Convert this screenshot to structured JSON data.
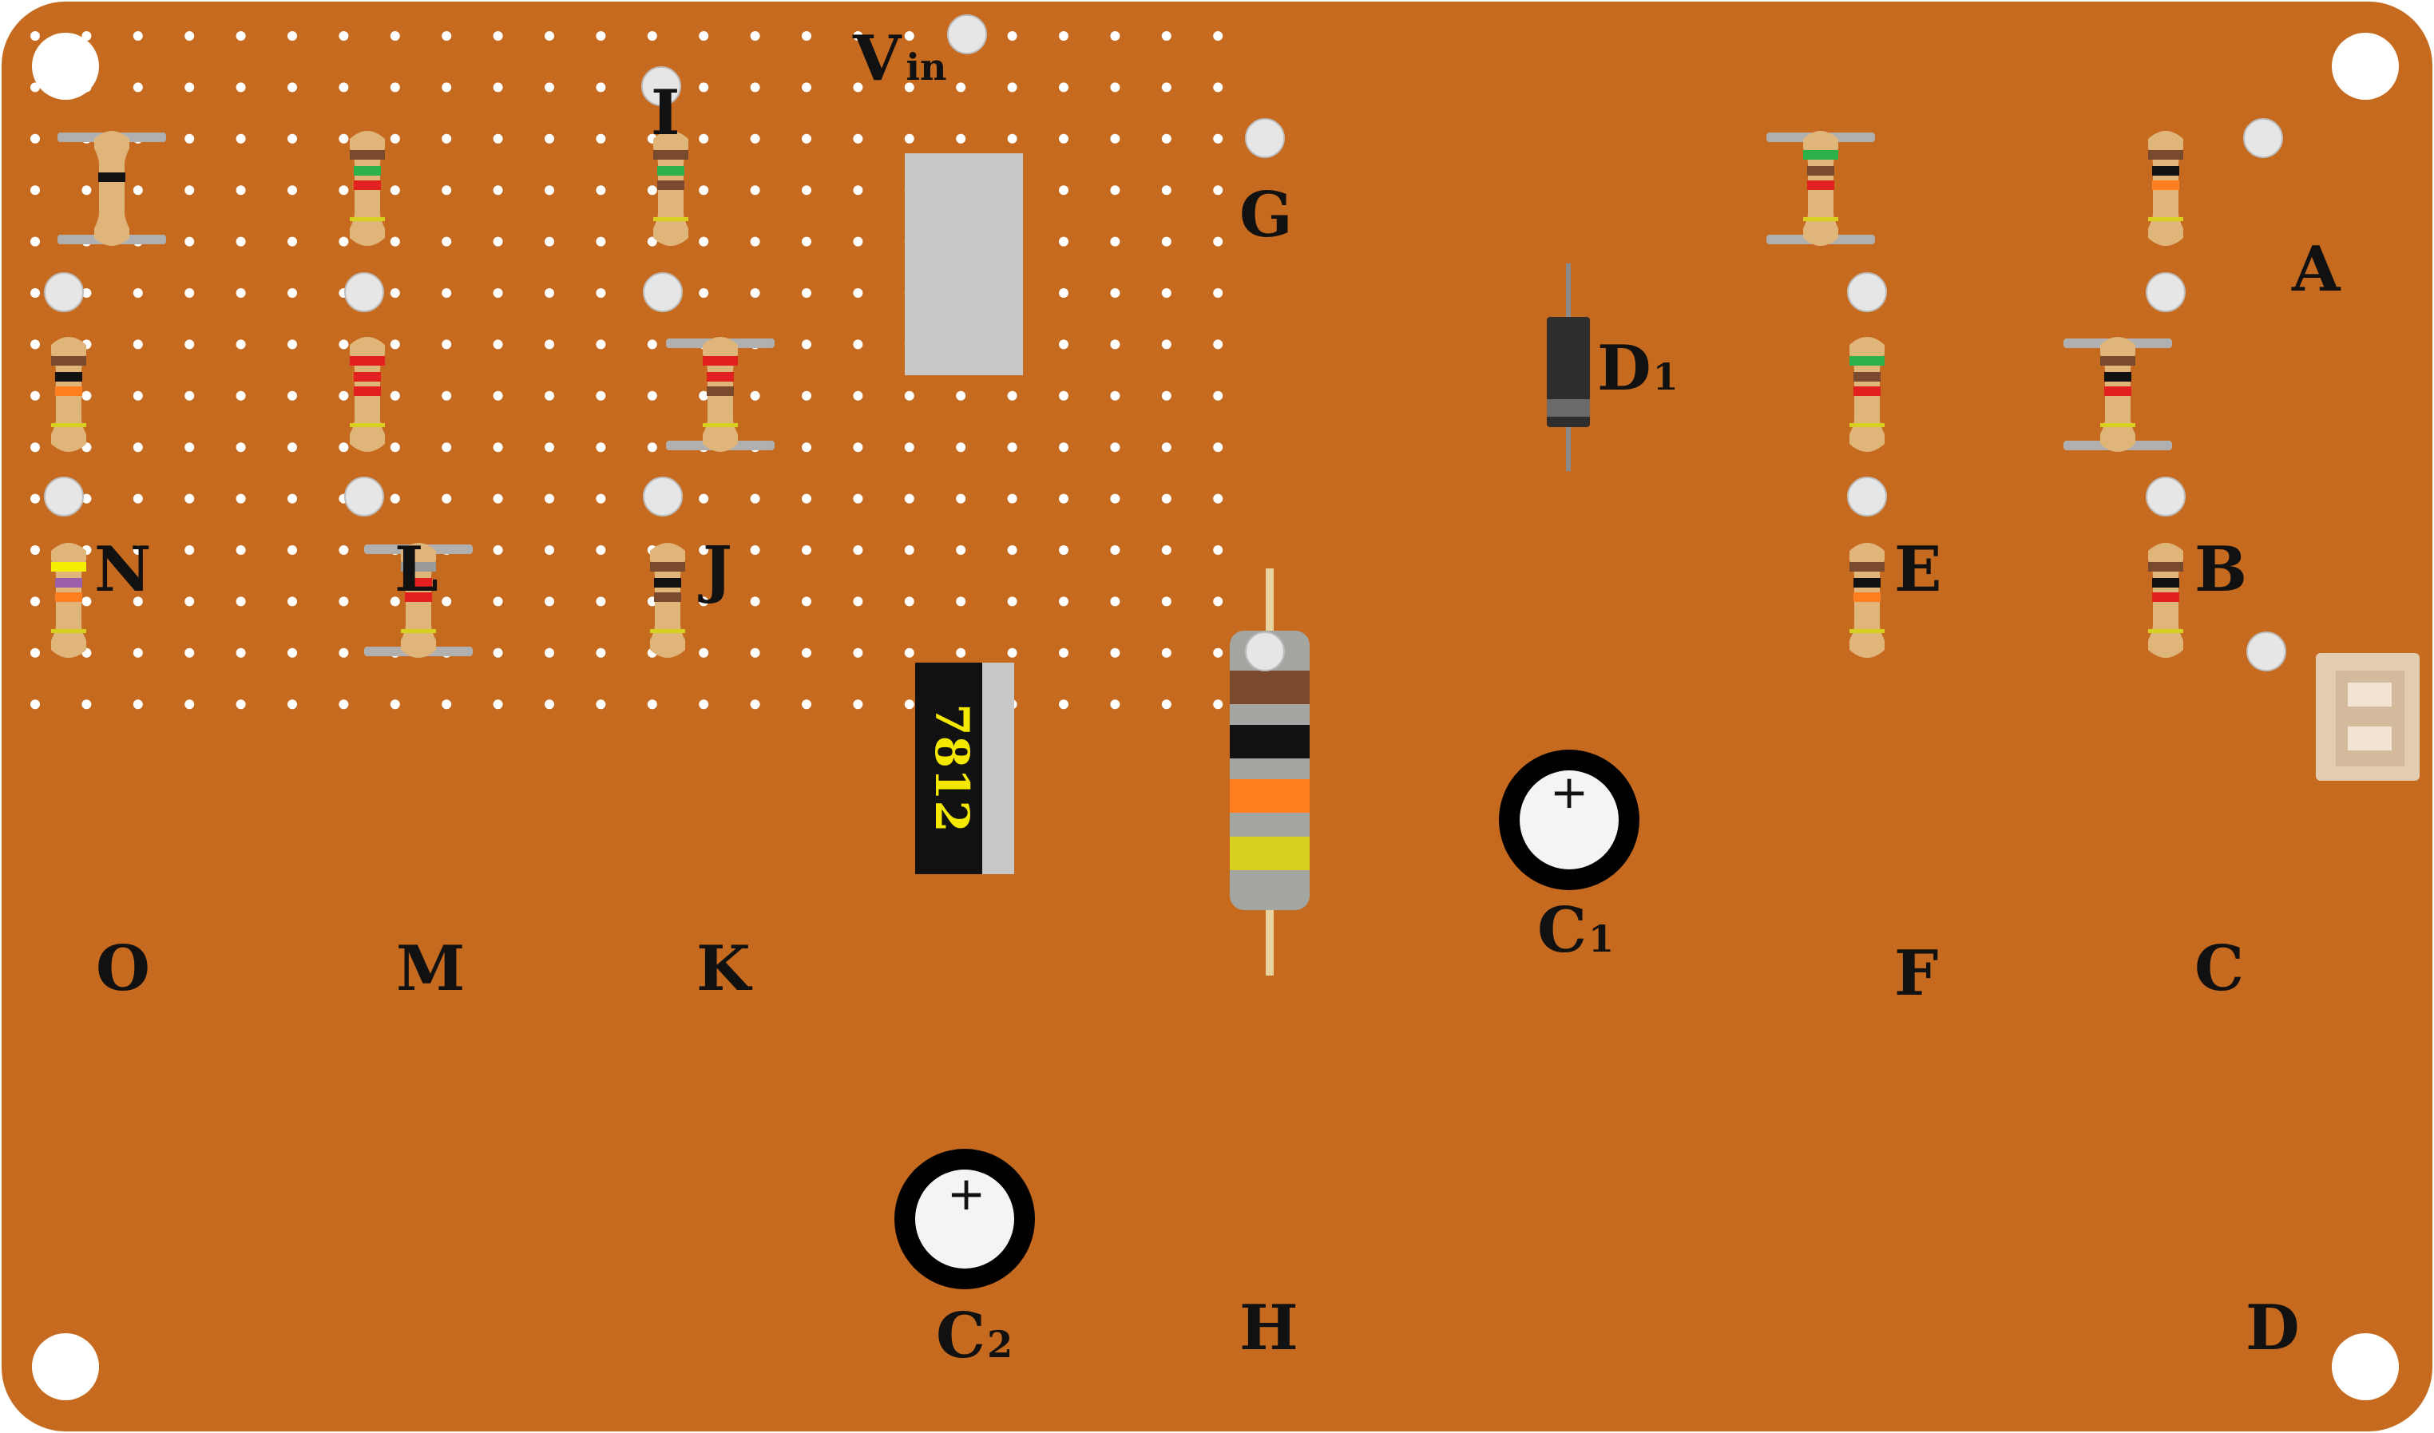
{
  "board": {
    "color": "#C56A1F",
    "hole_color": "#FFFFFF",
    "pad_color": "#E6E6E6",
    "grid": {
      "columns": 24,
      "rows": 14
    }
  },
  "nodes": {
    "A": "A",
    "B": "B",
    "C": "C",
    "D": "D",
    "E": "E",
    "F": "F",
    "G": "G",
    "H": "H",
    "I": "I",
    "J": "J",
    "K": "K",
    "L": "L",
    "M": "M",
    "N": "N",
    "O": "O"
  },
  "labels": {
    "vin_main": "V",
    "vin_sub": "in",
    "d1_main": "D",
    "d1_sub": "1",
    "c1_main": "C",
    "c1_sub": "1",
    "c2_main": "C",
    "c2_sub": "2",
    "cap_plus": "+",
    "regulator": "7812"
  },
  "band_colors": {
    "black": "#111111",
    "brown": "#7A4A2E",
    "red": "#E32020",
    "orange": "#FF7F1E",
    "yellow": "#F5EE00",
    "green": "#2BB24B",
    "violet": "#9A5FA8",
    "grey": "#9A9A9A",
    "gold": "#D8D020"
  },
  "resistors": [
    {
      "bands": [
        "black"
      ]
    },
    {
      "bands": [
        "brown",
        "green",
        "red",
        "gold"
      ]
    },
    {
      "bands": [
        "brown",
        "green",
        "brown",
        "gold"
      ]
    },
    {
      "bands": [
        "green",
        "brown",
        "red",
        "gold"
      ]
    },
    {
      "bands": [
        "brown",
        "black",
        "orange",
        "gold"
      ]
    },
    {
      "bands": [
        "brown",
        "black",
        "orange",
        "gold"
      ]
    },
    {
      "bands": [
        "red",
        "red",
        "red",
        "gold"
      ]
    },
    {
      "bands": [
        "red",
        "red",
        "brown",
        "gold"
      ]
    },
    {
      "bands": [
        "green",
        "brown",
        "red",
        "gold"
      ]
    },
    {
      "bands": [
        "brown",
        "black",
        "red",
        "gold"
      ]
    },
    {
      "bands": [
        "yellow",
        "violet",
        "orange",
        "gold"
      ]
    },
    {
      "bands": [
        "grey",
        "red",
        "red",
        "gold"
      ]
    },
    {
      "bands": [
        "brown",
        "black",
        "brown",
        "gold"
      ]
    },
    {
      "bands": [
        "brown",
        "black",
        "orange",
        "gold"
      ]
    },
    {
      "bands": [
        "brown",
        "black",
        "red",
        "gold"
      ]
    }
  ],
  "power_resistor": {
    "bands": [
      "brown",
      "black",
      "orange",
      "gold"
    ]
  }
}
